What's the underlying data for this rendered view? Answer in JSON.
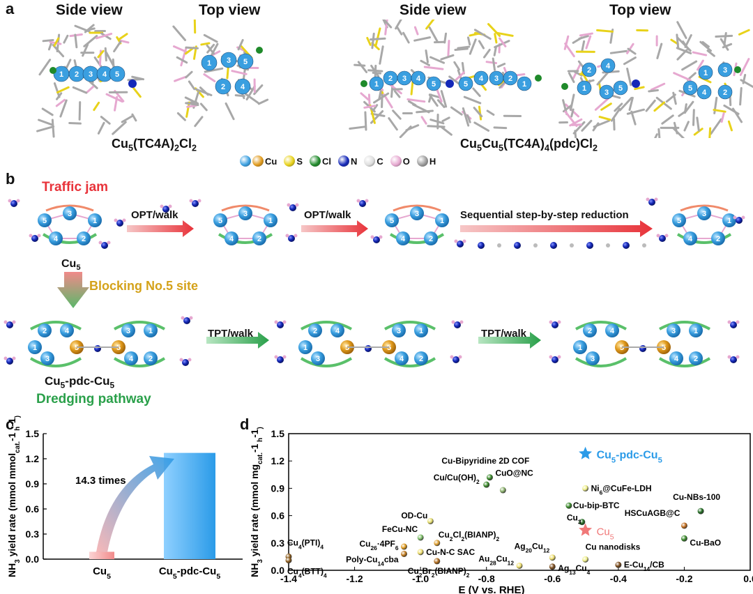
{
  "panel_a": {
    "label": "a",
    "side_view_1": "Side view",
    "top_view_1": "Top view",
    "side_view_2": "Side view",
    "top_view_2": "Top view",
    "formula_1_parts": [
      "Cu",
      "5",
      "(TC4A)",
      "2",
      "Cl",
      "2"
    ],
    "formula_2_parts": [
      "Cu",
      "5",
      "Cu",
      "5",
      "(TC4A)",
      "4",
      "(pdc)Cl",
      "2"
    ],
    "legend": [
      {
        "symbol": "Cu",
        "colors": [
          "#3a9fe0",
          "#e09a1c"
        ]
      },
      {
        "symbol": "S",
        "colors": [
          "#e8d21a"
        ]
      },
      {
        "symbol": "Cl",
        "colors": [
          "#1f8a2a"
        ]
      },
      {
        "symbol": "N",
        "colors": [
          "#1428b8"
        ]
      },
      {
        "symbol": "C",
        "colors": [
          "#dddddd"
        ]
      },
      {
        "symbol": "O",
        "colors": [
          "#e6a8d0"
        ]
      },
      {
        "symbol": "H",
        "colors": [
          "#9a9a9a"
        ]
      }
    ]
  },
  "panel_b": {
    "label": "b",
    "traffic_jam": "Traffic jam",
    "opt_walk_1": "OPT/walk",
    "opt_walk_2": "OPT/walk",
    "sequential": "Sequential step-by-step reduction",
    "cu5_label": "Cu",
    "cu5_sub": "5",
    "blocking": "Blocking No.5 site",
    "tpt_walk_1": "TPT/walk",
    "tpt_walk_2": "TPT/walk",
    "cu5pdc_label_parts": [
      "Cu",
      "5",
      "-pdc-Cu",
      "5"
    ],
    "dredging": "Dredging pathway",
    "colors": {
      "red": "#e8333a",
      "gold": "#d4a21a",
      "green": "#2aa04a"
    }
  },
  "panel_c": {
    "label": "c",
    "annotation": "14.3 times",
    "chart_data": {
      "type": "bar",
      "categories": [
        "Cu5",
        "Cu5-pdc-Cu5"
      ],
      "category_labels": [
        [
          "Cu",
          "5",
          ""
        ],
        [
          "Cu",
          "5",
          "-pdc-Cu",
          "5"
        ]
      ],
      "values": [
        0.088,
        1.27
      ],
      "ylabel_parts": [
        "NH",
        "3",
        " yield rate (mmol mmol",
        "cat.",
        "-1",
        " h",
        "-1",
        ")"
      ],
      "ylim": [
        0.0,
        1.5
      ],
      "yticks": [
        "0.0",
        "0.3",
        "0.6",
        "0.9",
        "1.2",
        "1.5"
      ],
      "colors": [
        "#f28b8b",
        "#2b9be8"
      ]
    }
  },
  "panel_d": {
    "label": "d",
    "chart_data": {
      "type": "scatter",
      "xlabel": "E (V vs. RHE)",
      "ylabel_parts": [
        "NH",
        "3",
        " yield rate (mmol mg",
        "cat.",
        "-1",
        " h",
        "-1",
        ")"
      ],
      "xlim": [
        -1.4,
        0.0
      ],
      "ylim": [
        0.0,
        1.5
      ],
      "xticks": [
        "-1.4",
        "-1.2",
        "-1.0",
        "-0.8",
        "-0.6",
        "-0.4",
        "-0.2",
        "0.0"
      ],
      "yticks": [
        "0.0",
        "0.3",
        "0.6",
        "0.9",
        "1.2",
        "1.5"
      ],
      "stars": [
        {
          "name_parts": [
            "Cu",
            "5",
            "-pdc-Cu",
            "5"
          ],
          "x": -0.5,
          "y": 1.28,
          "color": "#2b9be8"
        },
        {
          "name_parts": [
            "Cu",
            "5",
            ""
          ],
          "x": -0.5,
          "y": 0.44,
          "color": "#f07878"
        }
      ],
      "points": [
        {
          "label": "Cu4(PTI)4",
          "parts": [
            "Cu",
            "4",
            "(PTI)",
            "4"
          ],
          "x": -1.4,
          "y": 0.15,
          "color": "#8a5a1a"
        },
        {
          "label": "Cu4(BTT)4",
          "parts": [
            "Cu",
            "4",
            "(BTT)",
            "4"
          ],
          "x": -1.4,
          "y": 0.11,
          "color": "#8a5a1a"
        },
        {
          "label": "Cu26·4PF6",
          "parts": [
            "Cu",
            "26",
            "·4PF",
            "6"
          ],
          "x": -1.05,
          "y": 0.26,
          "color": "#e09a1c"
        },
        {
          "label": "Poly-Cu14cba",
          "parts": [
            "Poly-Cu",
            "14",
            "cba"
          ],
          "x": -1.05,
          "y": 0.18,
          "color": "#c0781a"
        },
        {
          "label": "FeCu-NC",
          "parts": [
            "FeCu-NC"
          ],
          "x": -1.0,
          "y": 0.36,
          "color": "#7fc06a"
        },
        {
          "label": "OD-Cu",
          "parts": [
            "OD-Cu"
          ],
          "x": -0.97,
          "y": 0.54,
          "color": "#e8e070"
        },
        {
          "label": "Cu-N-C SAC",
          "parts": [
            "Cu-N-C SAC"
          ],
          "x": -1.0,
          "y": 0.2,
          "color": "#f0e070"
        },
        {
          "label": "Cu2Cl2(BIANP)2",
          "parts": [
            "Cu",
            "2",
            "Cl",
            "2",
            "(BIANP)",
            "2"
          ],
          "x": -0.95,
          "y": 0.3,
          "color": "#e0a030"
        },
        {
          "label": "Cu2Br2(BIANP)2",
          "parts": [
            "Cu",
            "2",
            "Br",
            "2",
            "(BIANP)",
            "2"
          ],
          "x": -0.95,
          "y": 0.1,
          "color": "#b06a1a"
        },
        {
          "label": "CuO@NC",
          "parts": [
            "CuO@NC"
          ],
          "x": -0.79,
          "y": 1.02,
          "color": "#3a8a2a"
        },
        {
          "label": "Cu/Cu(OH)2",
          "parts": [
            "Cu/Cu(OH)",
            "2"
          ],
          "x": -0.8,
          "y": 0.94,
          "color": "#3a8a2a"
        },
        {
          "label": "Cu-Bipyridine 2D COF",
          "parts": [
            "Cu-Bipyridine 2D COF"
          ],
          "x": -0.75,
          "y": 0.88,
          "color": "#8ab06a"
        },
        {
          "label": "Au28Cu12",
          "parts": [
            "Au",
            "28",
            "Cu",
            "12"
          ],
          "x": -0.7,
          "y": 0.05,
          "color": "#f0e070"
        },
        {
          "label": "Ag20Cu12",
          "parts": [
            "Ag",
            "20",
            "Cu",
            "12"
          ],
          "x": -0.6,
          "y": 0.14,
          "color": "#f0e070"
        },
        {
          "label": "Ag13Cu4",
          "parts": [
            "Ag",
            "13",
            "Cu",
            "4"
          ],
          "x": -0.6,
          "y": 0.04,
          "color": "#7a4a1a"
        },
        {
          "label": "Cu-bip-BTC",
          "parts": [
            "Cu-bip-BTC"
          ],
          "x": -0.55,
          "y": 0.71,
          "color": "#3a8a2a"
        },
        {
          "label": "Cu3",
          "parts": [
            "Cu",
            "3"
          ],
          "x": -0.51,
          "y": 0.53,
          "color": "#1f6a1f"
        },
        {
          "label": "Ni6@CuFe-LDH",
          "parts": [
            "Ni",
            "6",
            "@CuFe-LDH"
          ],
          "x": -0.5,
          "y": 0.9,
          "color": "#f0f08a"
        },
        {
          "label": "Cu nanodisks",
          "parts": [
            "Cu nanodisks"
          ],
          "x": -0.5,
          "y": 0.12,
          "color": "#f0f08a"
        },
        {
          "label": "E-Cu14/CB",
          "parts": [
            "E-Cu",
            "14",
            "/CB"
          ],
          "x": -0.4,
          "y": 0.06,
          "color": "#7a4a1a"
        },
        {
          "label": "HSCuAGB@C",
          "parts": [
            "HSCuAGB@C"
          ],
          "x": -0.2,
          "y": 0.49,
          "color": "#c06a1a"
        },
        {
          "label": "Cu-NBs-100",
          "parts": [
            "Cu-NBs-100"
          ],
          "x": -0.15,
          "y": 0.65,
          "color": "#1f6a1f"
        },
        {
          "label": "Cu-BaO",
          "parts": [
            "Cu-BaO"
          ],
          "x": -0.2,
          "y": 0.35,
          "color": "#3a8a2a"
        }
      ]
    }
  }
}
